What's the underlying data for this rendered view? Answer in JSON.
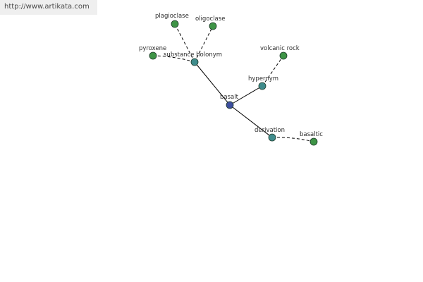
{
  "watermark": {
    "text": "http://www.artikata.com"
  },
  "colors": {
    "background": "#ffffff",
    "watermark_bg": "#efefef",
    "edge": "#000000",
    "center_node": "#3d4e9e",
    "relation_node": "#3f8c8c",
    "leaf_node": "#3e9446",
    "node_stroke": "#1e3a2a"
  },
  "graph": {
    "center": {
      "id": "basalt",
      "label": "basalt",
      "kind": "center"
    },
    "relations": [
      {
        "id": "substance-holonym",
        "label": "substance holonym",
        "kind": "relation"
      },
      {
        "id": "hypernym",
        "label": "hypernym",
        "kind": "relation"
      },
      {
        "id": "derivation",
        "label": "derivation",
        "kind": "relation"
      }
    ],
    "leaves": [
      {
        "id": "plagioclase",
        "label": "plagioclase",
        "parent": "substance-holonym"
      },
      {
        "id": "oligoclase",
        "label": "oligoclase",
        "parent": "substance-holonym"
      },
      {
        "id": "pyroxene",
        "label": "pyroxene",
        "parent": "substance-holonym"
      },
      {
        "id": "volcanic-rock",
        "label": "volcanic rock",
        "parent": "hypernym"
      },
      {
        "id": "basaltic",
        "label": "basaltic",
        "parent": "derivation"
      }
    ]
  }
}
